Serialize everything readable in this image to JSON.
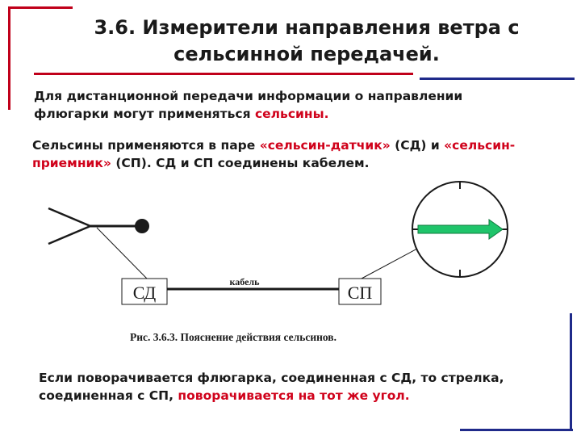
{
  "slide": {
    "title_line1": "3.6. Измерители направления ветра с",
    "title_line2": "сельсинной передачей.",
    "para1": {
      "text": "Для дистанционной передачи информации о направлении флюгарки могут применяться ",
      "highlight": "сельсины."
    },
    "para2": {
      "seg1": "Сельсины применяются в паре ",
      "hl1": "«сельсин-датчик»",
      "seg2": " (СД) и ",
      "hl2": "«сельсин-приемник»",
      "seg3": " (СП). СД и СП соединены кабелем."
    },
    "para3": {
      "text": "Если поворачивается флюгарка, соединенная с СД, то стрелка, соединенная с СП, ",
      "highlight": "поворачивается на тот же угол."
    }
  },
  "diagram": {
    "sd_label": "СД",
    "sp_label": "СП",
    "cable_label": "кабель",
    "caption": "Рис. 3.6.3. Пояснение действия сельсинов."
  },
  "colors": {
    "text": "#1a1a1a",
    "highlight_red": "#d0021b",
    "decor_red": "#c0001a",
    "decor_blue": "#1f2a8a",
    "arrow_green": "#1fc46a",
    "arrow_outline": "#117a3f"
  }
}
